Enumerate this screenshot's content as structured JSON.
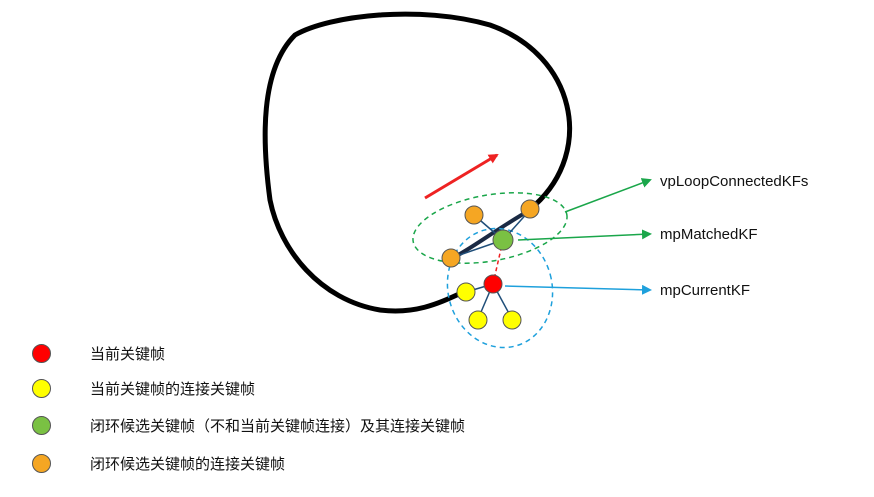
{
  "labels": {
    "loop_connected": "vpLoopConnectedKFs",
    "matched": "mpMatchedKF",
    "current": "mpCurrentKF"
  },
  "colors": {
    "current_kf": "#ff0000",
    "current_connected": "#ffff00",
    "candidate": "#7ac143",
    "candidate_connected": "#f5a623",
    "green_dash": "#1aa64a",
    "blue_dash": "#1ea0dc",
    "arrow_red": "#ee2222"
  },
  "legend": [
    {
      "text": "当前关键帧",
      "color": "#ff0000"
    },
    {
      "text": "当前关键帧的连接关键帧",
      "color": "#ffff00"
    },
    {
      "text": "闭环候选关键帧（不和当前关键帧连接）及其连接关键帧",
      "color": "#7ac143"
    },
    {
      "text": "闭环候选关键帧的连接关键帧",
      "color": "#f5a623"
    }
  ]
}
